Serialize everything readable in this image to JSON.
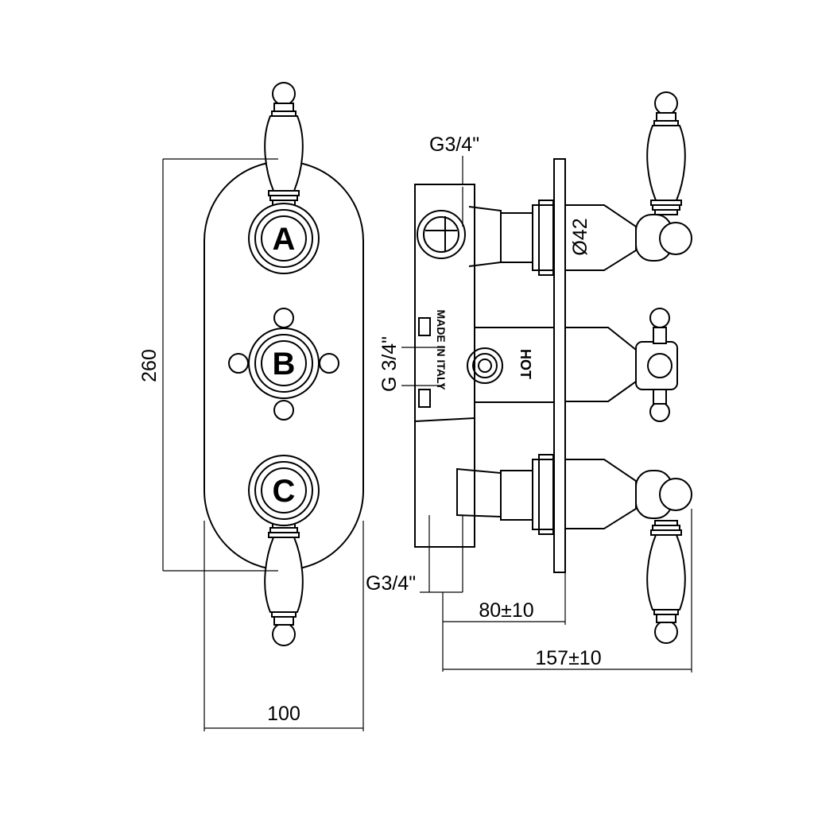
{
  "front_view": {
    "dimension_height": "260",
    "dimension_width": "100",
    "knob_labels": [
      "A",
      "B",
      "C"
    ]
  },
  "side_view": {
    "thread_top": "G3/4\"",
    "thread_middle": "G 3/4\"",
    "thread_bottom": "G3/4\"",
    "diameter": "Ø42",
    "stamp_made_in": "MADE IN ITALY",
    "stamp_hot": "HOT",
    "dimension_depth_body": "80±10",
    "dimension_depth_total": "157±10"
  }
}
